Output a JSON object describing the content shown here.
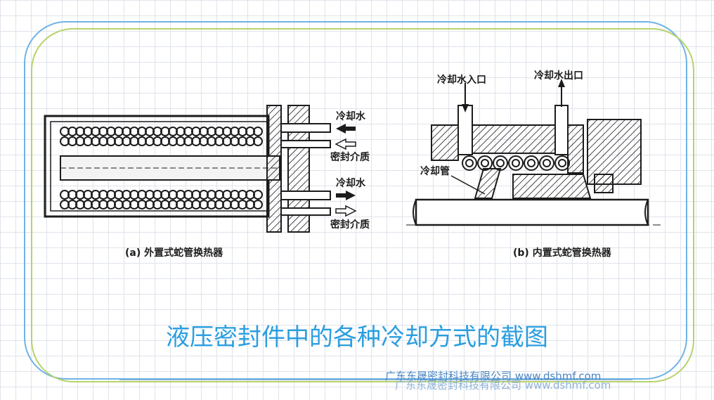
{
  "caption": "液压密封件中的各种冷却方式的截图",
  "footer": "广东东晟密封科技有限公司 www.dshmf.com",
  "diagram_a": {
    "labels": [
      "冷却水",
      "密封介质",
      "冷却水",
      "密封介质"
    ],
    "caption": "(a) 外置式蛇管换热器"
  },
  "diagram_b": {
    "inlet": "冷却水入口",
    "outlet": "冷却水出口",
    "coil": "冷却管",
    "caption": "(b) 内置式蛇管换热器"
  },
  "colors": {
    "caption": "#2b9ee0",
    "frame_blue": "#6fb3e6",
    "frame_green": "#b6d36a",
    "ink": "#1c1c1c"
  }
}
